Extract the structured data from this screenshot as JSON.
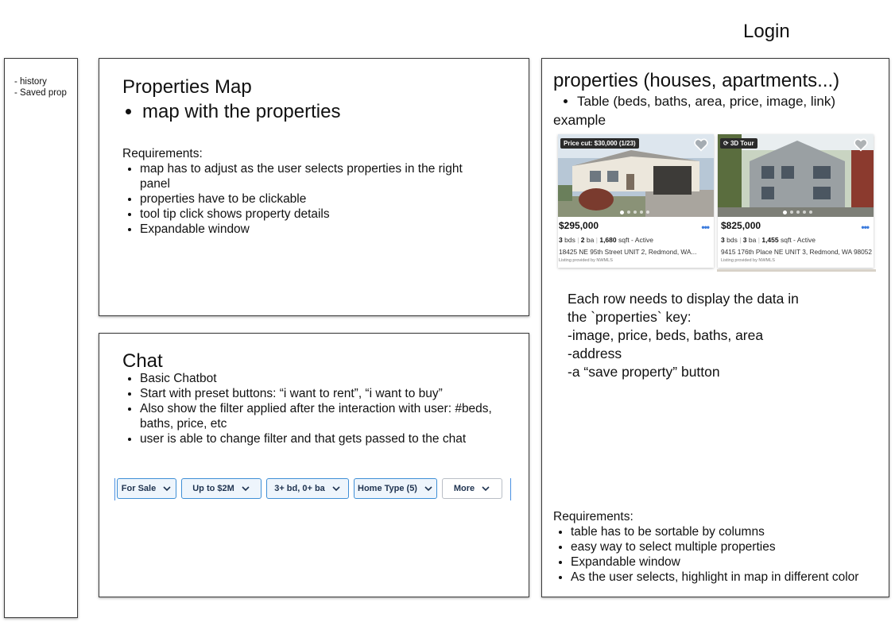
{
  "header": {
    "login_label": "Login"
  },
  "sidebar": {
    "items": [
      "- history",
      "- Saved prop"
    ]
  },
  "map_panel": {
    "title": "Properties Map",
    "bullets": [
      "map with the properties"
    ],
    "requirements_label": "Requirements:",
    "requirements": [
      "map has to adjust as the user selects properties in the right panel",
      "properties have to be clickable",
      "tool tip click shows property details",
      "Expandable window"
    ]
  },
  "chat_panel": {
    "title": "Chat",
    "bullets": [
      "Basic Chatbot",
      "Start with preset buttons: “i want to rent”, “i want to buy”",
      "Also show the filter applied after the interaction with user: #beds, baths, price, etc",
      "user is able to change filter and that gets passed to the chat"
    ],
    "filters": [
      "For Sale",
      "Up to $2M",
      "3+ bd, 0+ ba",
      "Home Type (5)",
      "More"
    ]
  },
  "properties_panel": {
    "title": "properties (houses, apartments...)",
    "bullets": [
      "Table (beds, baths, area, price, image, link)"
    ],
    "example_label": "example",
    "cards": [
      {
        "tag": "Price cut: $30,000 (1/23)",
        "price": "$295,000",
        "beds": "3",
        "beds_unit": "bds",
        "baths": "2",
        "baths_unit": "ba",
        "area": "1,680",
        "area_unit": "sqft - Active",
        "address": "18425 NE 95th Street UNIT 2, Redmond, WA...",
        "listed_by": "Listing provided by NWMLS"
      },
      {
        "tag": "3D Tour",
        "price": "$825,000",
        "beds": "3",
        "beds_unit": "bds",
        "baths": "3",
        "baths_unit": "ba",
        "area": "1,455",
        "area_unit": "sqft - Active",
        "address": "9415 176th Place NE UNIT 3, Redmond, WA 98052",
        "listed_by": "Listing provided by NWMLS"
      }
    ],
    "row_info": [
      "Each row needs to display the data in",
      "the `properties` key:",
      "-image, price, beds, baths, area",
      "-address",
      "-a “save property” button"
    ],
    "requirements_label": "Requirements:",
    "requirements": [
      "table has to be sortable by columns",
      "easy way to select multiple properties",
      "Expandable window",
      "As the user selects, highlight in map in different color"
    ]
  },
  "colors": {
    "filter_border": "#3f8fd6",
    "filter_bg": "#eef5fc",
    "accent_blue": "#3b7bdd"
  }
}
